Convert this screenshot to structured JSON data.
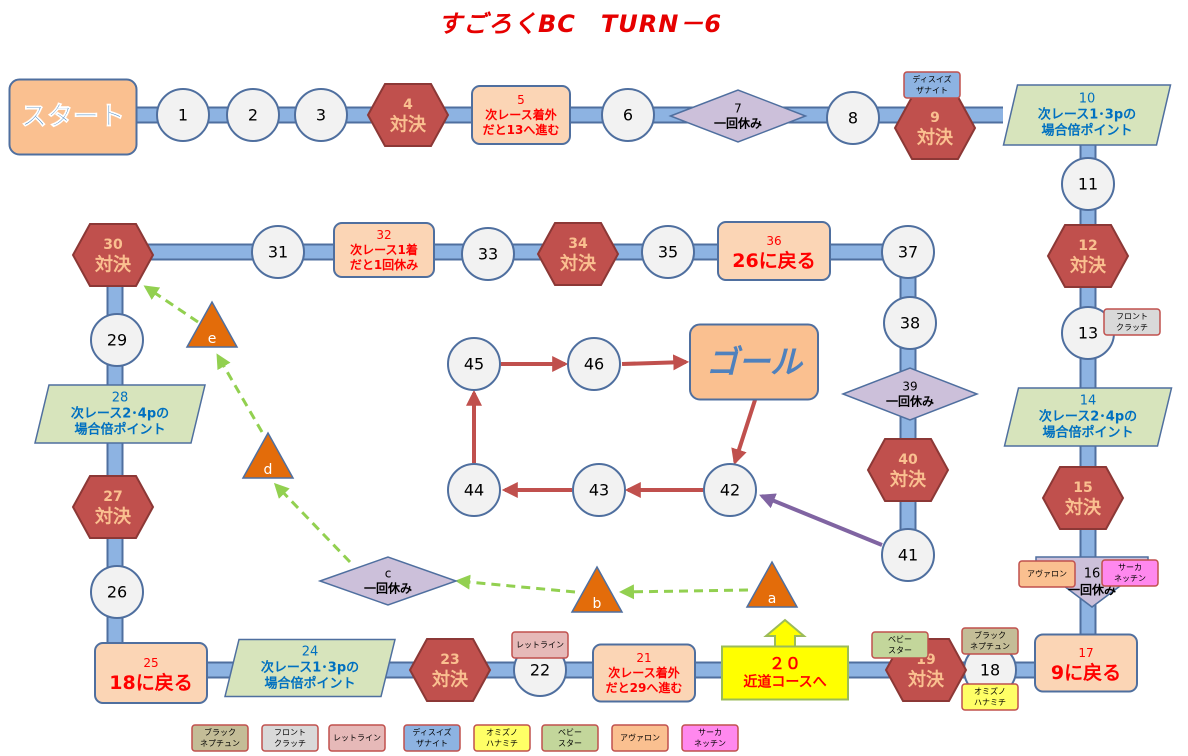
{
  "title": "すごろくBC　TURN－6",
  "colors": {
    "track": "#8db3e2",
    "track_border": "#4f6f9f",
    "battle_fill": "#c0504d",
    "battle_text": "#fac090",
    "event_fill": "#fbd5b5",
    "event_text": "#ff0000",
    "bonus_fill": "#d7e4bc",
    "bonus_text": "#0070c0",
    "rest_fill": "#ccc0da",
    "circle_fill": "#f2f2f2",
    "shortcut_fill": "#ffff00",
    "branch_fill": "#e36c0a",
    "shortcut_arrow": "#c0504d",
    "purple_arrow": "#8064a2",
    "dashed_arrow": "#92d050"
  },
  "nodes": [
    {
      "id": "start",
      "type": "start",
      "lines": [
        "スタート"
      ]
    },
    {
      "id": "1",
      "type": "circle",
      "lines": [
        "1"
      ]
    },
    {
      "id": "2",
      "type": "circle",
      "lines": [
        "2"
      ]
    },
    {
      "id": "3",
      "type": "circle",
      "lines": [
        "3"
      ]
    },
    {
      "id": "4",
      "type": "battle",
      "lines": [
        "4",
        "対決"
      ]
    },
    {
      "id": "5",
      "type": "event",
      "lines": [
        "5",
        "次レース着外",
        "だと13へ進む"
      ]
    },
    {
      "id": "6",
      "type": "circle",
      "lines": [
        "6"
      ]
    },
    {
      "id": "7",
      "type": "rest",
      "lines": [
        "7",
        "一回休み"
      ]
    },
    {
      "id": "8",
      "type": "circle",
      "lines": [
        "8"
      ]
    },
    {
      "id": "9",
      "type": "battle",
      "lines": [
        "9",
        "対決"
      ]
    },
    {
      "id": "10",
      "type": "bonus",
      "lines": [
        "10",
        "次レース1･3pの",
        "場合倍ポイント"
      ]
    },
    {
      "id": "11",
      "type": "circle",
      "lines": [
        "11"
      ]
    },
    {
      "id": "12",
      "type": "battle",
      "lines": [
        "12",
        "対決"
      ]
    },
    {
      "id": "13",
      "type": "circle",
      "lines": [
        "13"
      ]
    },
    {
      "id": "14",
      "type": "bonus",
      "lines": [
        "14",
        "次レース2･4pの",
        "場合倍ポイント"
      ]
    },
    {
      "id": "15",
      "type": "battle",
      "lines": [
        "15",
        "対決"
      ]
    },
    {
      "id": "16",
      "type": "rest-pentagon",
      "lines": [
        "16",
        "一回休み"
      ]
    },
    {
      "id": "17",
      "type": "event",
      "lines": [
        "17",
        "9に戻る"
      ]
    },
    {
      "id": "18",
      "type": "circle",
      "lines": [
        "18"
      ]
    },
    {
      "id": "19",
      "type": "battle",
      "lines": [
        "19",
        "対決"
      ]
    },
    {
      "id": "20",
      "type": "shortcut",
      "lines": [
        "２０",
        "近道コースへ"
      ]
    },
    {
      "id": "21",
      "type": "event",
      "lines": [
        "21",
        "次レース着外",
        "だと29へ進む"
      ]
    },
    {
      "id": "22",
      "type": "circle",
      "lines": [
        "22"
      ]
    },
    {
      "id": "23",
      "type": "battle",
      "lines": [
        "23",
        "対決"
      ]
    },
    {
      "id": "24",
      "type": "bonus",
      "lines": [
        "24",
        "次レース1･3pの",
        "場合倍ポイント"
      ]
    },
    {
      "id": "25",
      "type": "event",
      "lines": [
        "25",
        "18に戻る"
      ]
    },
    {
      "id": "26",
      "type": "circle",
      "lines": [
        "26"
      ]
    },
    {
      "id": "27",
      "type": "battle",
      "lines": [
        "27",
        "対決"
      ]
    },
    {
      "id": "28",
      "type": "bonus",
      "lines": [
        "28",
        "次レース2･4pの",
        "場合倍ポイント"
      ]
    },
    {
      "id": "29",
      "type": "circle",
      "lines": [
        "29"
      ]
    },
    {
      "id": "30",
      "type": "battle",
      "lines": [
        "30",
        "対決"
      ]
    },
    {
      "id": "31",
      "type": "circle",
      "lines": [
        "31"
      ]
    },
    {
      "id": "32",
      "type": "event",
      "lines": [
        "32",
        "次レース1着",
        "だと1回休み"
      ]
    },
    {
      "id": "33",
      "type": "circle",
      "lines": [
        "33"
      ]
    },
    {
      "id": "34",
      "type": "battle",
      "lines": [
        "34",
        "対決"
      ]
    },
    {
      "id": "35",
      "type": "circle",
      "lines": [
        "35"
      ]
    },
    {
      "id": "36",
      "type": "event",
      "lines": [
        "36",
        "26に戻る"
      ]
    },
    {
      "id": "37",
      "type": "circle",
      "lines": [
        "37"
      ]
    },
    {
      "id": "38",
      "type": "circle",
      "lines": [
        "38"
      ]
    },
    {
      "id": "39",
      "type": "rest",
      "lines": [
        "39",
        "一回休み"
      ]
    },
    {
      "id": "40",
      "type": "battle",
      "lines": [
        "40",
        "対決"
      ]
    },
    {
      "id": "41",
      "type": "circle",
      "lines": [
        "41"
      ]
    },
    {
      "id": "42",
      "type": "circle",
      "lines": [
        "42"
      ]
    },
    {
      "id": "43",
      "type": "circle",
      "lines": [
        "43"
      ]
    },
    {
      "id": "44",
      "type": "circle",
      "lines": [
        "44"
      ]
    },
    {
      "id": "45",
      "type": "circle",
      "lines": [
        "45"
      ]
    },
    {
      "id": "46",
      "type": "circle",
      "lines": [
        "46"
      ]
    },
    {
      "id": "goal",
      "type": "goal",
      "lines": [
        "ゴール"
      ]
    },
    {
      "id": "c",
      "type": "rest",
      "lines": [
        "c",
        "一回休み"
      ]
    },
    {
      "id": "a",
      "type": "branch",
      "lines": [
        "a"
      ]
    },
    {
      "id": "b",
      "type": "branch",
      "lines": [
        "b"
      ]
    },
    {
      "id": "d",
      "type": "branch",
      "lines": [
        "d"
      ]
    },
    {
      "id": "e",
      "type": "branch",
      "lines": [
        "e"
      ]
    }
  ],
  "players": [
    {
      "key": "black-neptune",
      "name": [
        "ブラック",
        "ネプチュン"
      ],
      "color": "#c4bd97",
      "square": "18"
    },
    {
      "key": "front-clutch",
      "name": [
        "フロント",
        "クラッチ"
      ],
      "color": "#d9d9d9",
      "square": "13"
    },
    {
      "key": "let-line",
      "name": [
        "レットライン"
      ],
      "color": "#e6b9b8",
      "square": "22"
    },
    {
      "key": "this-is-the-knight",
      "name": [
        "ディスイズ",
        "ザナイト"
      ],
      "color": "#8db3e2",
      "square": "9"
    },
    {
      "key": "omizuno-hanamichi",
      "name": [
        "オミズノ",
        "ハナミチ"
      ],
      "color": "#ffff66",
      "square": "18"
    },
    {
      "key": "baby-star",
      "name": [
        "ベビー",
        "スター"
      ],
      "color": "#c3d69b",
      "square": "19"
    },
    {
      "key": "avalon",
      "name": [
        "アヴァロン"
      ],
      "color": "#fac090",
      "square": "16"
    },
    {
      "key": "saaka-netchin",
      "name": [
        "サーカ",
        "ネッチン"
      ],
      "color": "#ff88ee",
      "square": "16"
    }
  ]
}
